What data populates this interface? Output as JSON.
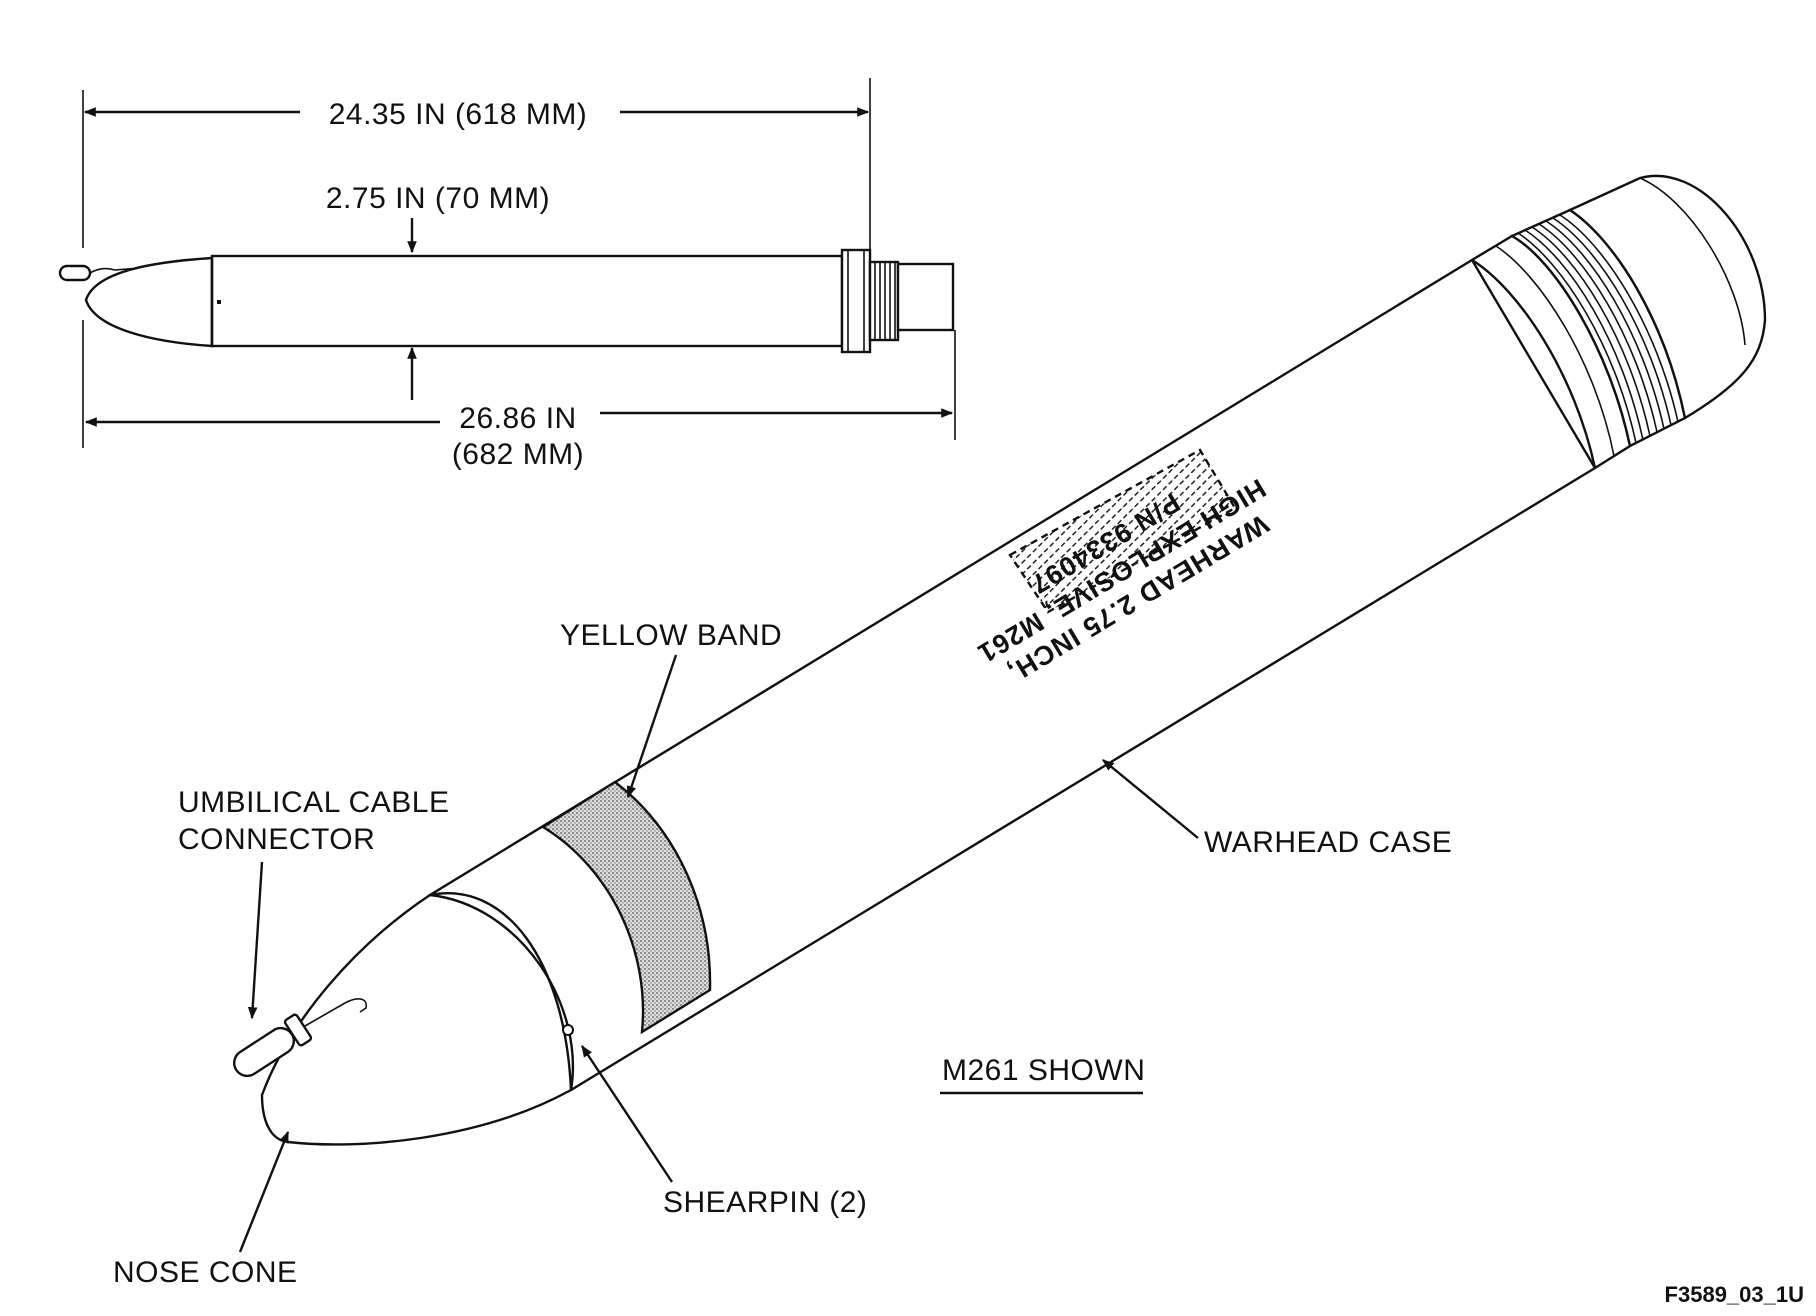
{
  "dimensions": {
    "overall_body": "24.35 IN (618 MM)",
    "diameter": "2.75 IN (70 MM)",
    "overall_length_line1": "26.86 IN",
    "overall_length_line2": "(682 MM)"
  },
  "labels": {
    "yellow_band": "YELLOW BAND",
    "umbilical_line1": "UMBILICAL CABLE",
    "umbilical_line2": "CONNECTOR",
    "warhead_case": "WARHEAD CASE",
    "shearpin": "SHEARPIN (2)",
    "nose_cone": "NOSE CONE",
    "model_shown": "M261 SHOWN"
  },
  "stencil": {
    "line1": "WARHEAD 2.75 INCH,",
    "line2": "HIGH EXPLOSIVE, M261",
    "line3": "P/N 9334097"
  },
  "figure_id": "F3589_03_1U",
  "colors": {
    "ink": "#111111",
    "yellow_band_fill": "#c8c8c8"
  }
}
